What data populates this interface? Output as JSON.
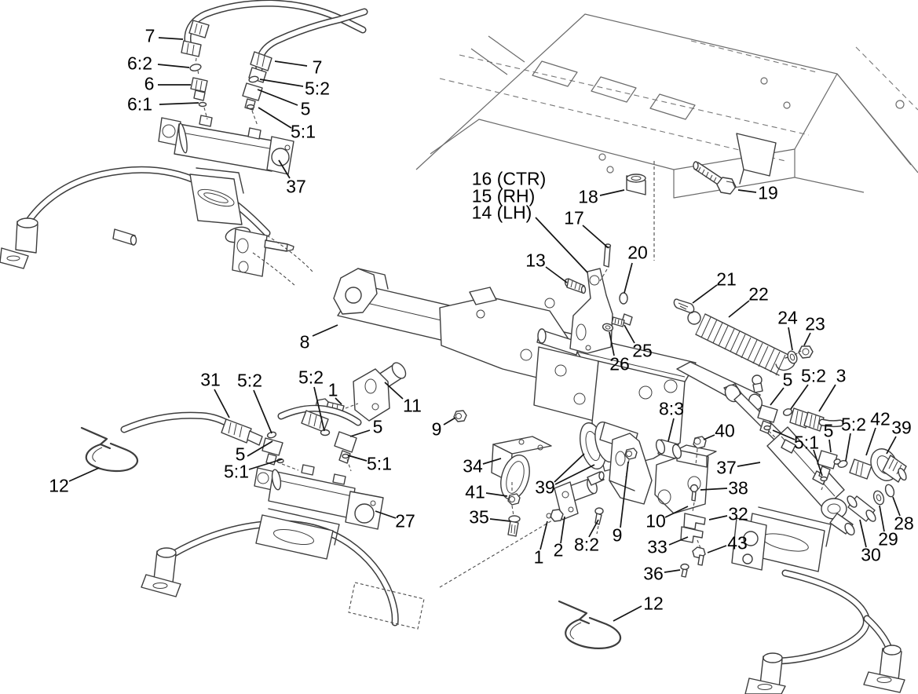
{
  "figure": {
    "type": "exploded-parts-diagram",
    "subject": "lift-arm-and-hydraulic-cylinder-assembly",
    "background": "#ffffff",
    "line_color": "#3d3d3d",
    "label_color": "#000000"
  },
  "callouts": [
    {
      "text": "7",
      "c": [
        191,
        46
      ],
      "l": [
        [
          202,
          48,
          233,
          50
        ]
      ]
    },
    {
      "text": "6:2",
      "c": [
        178,
        81
      ],
      "l": [
        [
          201,
          82,
          241,
          86
        ]
      ]
    },
    {
      "text": "6",
      "c": [
        190,
        107
      ],
      "l": [
        [
          201,
          108,
          243,
          108
        ]
      ]
    },
    {
      "text": "6:1",
      "c": [
        178,
        133
      ],
      "l": [
        [
          203,
          133,
          253,
          131
        ]
      ]
    },
    {
      "text": "7",
      "c": [
        404,
        86
      ],
      "l": [
        [
          391,
          84,
          350,
          78
        ]
      ]
    },
    {
      "text": "5:2",
      "c": [
        404,
        113
      ],
      "l": [
        [
          386,
          110,
          331,
          101
        ]
      ]
    },
    {
      "text": "5",
      "c": [
        389,
        139
      ],
      "l": [
        [
          379,
          134,
          328,
          114
        ]
      ]
    },
    {
      "text": "5:1",
      "c": [
        386,
        168
      ],
      "l": [
        [
          371,
          163,
          329,
          137
        ]
      ]
    },
    {
      "text": "37",
      "c": [
        377,
        238
      ],
      "l": [
        [
          369,
          227,
          355,
          204
        ]
      ]
    },
    {
      "text": "16 (CTR)",
      "c": [
        648,
        228
      ],
      "l": []
    },
    {
      "text": "15 (RH)",
      "c": [
        641,
        250
      ],
      "l": []
    },
    {
      "text": "14 (LH)",
      "c": [
        639,
        271
      ],
      "l": [
        [
          682,
          277,
          748,
          347
        ]
      ]
    },
    {
      "text": "18",
      "c": [
        749,
        251
      ],
      "l": [
        [
          764,
          249,
          795,
          242
        ]
      ]
    },
    {
      "text": "19",
      "c": [
        978,
        246
      ],
      "l": [
        [
          963,
          245,
          940,
          242
        ]
      ]
    },
    {
      "text": "17",
      "c": [
        731,
        278
      ],
      "l": [
        [
          742,
          287,
          775,
          316
        ]
      ]
    },
    {
      "text": "13",
      "c": [
        682,
        332
      ],
      "l": [
        [
          695,
          340,
          722,
          360
        ]
      ]
    },
    {
      "text": "20",
      "c": [
        812,
        322
      ],
      "l": [
        [
          805,
          335,
          795,
          373
        ]
      ]
    },
    {
      "text": "21",
      "c": [
        925,
        356
      ],
      "l": [
        [
          913,
          363,
          882,
          386
        ]
      ]
    },
    {
      "text": "22",
      "c": [
        966,
        375
      ],
      "l": [
        [
          954,
          383,
          928,
          404
        ]
      ]
    },
    {
      "text": "24",
      "c": [
        1003,
        405
      ],
      "l": [
        [
          1004,
          417,
          1009,
          446
        ]
      ]
    },
    {
      "text": "23",
      "c": [
        1038,
        413
      ],
      "l": [
        [
          1032,
          424,
          1024,
          440
        ]
      ]
    },
    {
      "text": "25",
      "c": [
        818,
        447
      ],
      "l": [
        [
          808,
          437,
          795,
          414
        ]
      ]
    },
    {
      "text": "26",
      "c": [
        789,
        464
      ],
      "l": [
        [
          782,
          453,
          776,
          423
        ]
      ]
    },
    {
      "text": "8",
      "c": [
        388,
        436
      ],
      "l": [
        [
          398,
          428,
          430,
          414
        ]
      ]
    },
    {
      "text": "31",
      "c": [
        268,
        484
      ],
      "l": [
        [
          273,
          496,
          292,
          532
        ]
      ]
    },
    {
      "text": "5:2",
      "c": [
        318,
        485
      ],
      "l": [
        [
          323,
          497,
          346,
          552
        ]
      ]
    },
    {
      "text": "5:2",
      "c": [
        396,
        481
      ],
      "l": [
        [
          400,
          493,
          413,
          549
        ]
      ]
    },
    {
      "text": "1",
      "c": [
        424,
        497
      ],
      "l": [
        [
          427,
          507,
          435,
          515
        ]
      ]
    },
    {
      "text": "11",
      "c": [
        525,
        517
      ],
      "l": [
        [
          513,
          508,
          490,
          487
        ]
      ]
    },
    {
      "text": "9",
      "c": [
        556,
        547
      ],
      "l": [
        [
          565,
          541,
          580,
          532
        ]
      ]
    },
    {
      "text": "5",
      "c": [
        481,
        544
      ],
      "l": [
        [
          471,
          548,
          446,
          556
        ]
      ]
    },
    {
      "text": "5",
      "c": [
        306,
        579
      ],
      "l": [
        [
          315,
          581,
          347,
          562
        ]
      ]
    },
    {
      "text": "5:1",
      "c": [
        301,
        601
      ],
      "l": [
        [
          317,
          598,
          359,
          585
        ]
      ]
    },
    {
      "text": "5:1",
      "c": [
        483,
        591
      ],
      "l": [
        [
          467,
          587,
          443,
          580
        ]
      ]
    },
    {
      "text": "8:3",
      "c": [
        855,
        521
      ],
      "l": [
        [
          858,
          533,
          851,
          562
        ]
      ]
    },
    {
      "text": "40",
      "c": [
        923,
        549
      ],
      "l": [
        [
          910,
          554,
          896,
          560
        ]
      ]
    },
    {
      "text": "5",
      "c": [
        1003,
        484
      ],
      "l": [
        [
          998,
          494,
          981,
          516
        ]
      ]
    },
    {
      "text": "5:2",
      "c": [
        1036,
        479
      ],
      "l": [
        [
          1029,
          490,
          1007,
          521
        ]
      ]
    },
    {
      "text": "3",
      "c": [
        1071,
        479
      ],
      "l": [
        [
          1064,
          490,
          1043,
          524
        ]
      ]
    },
    {
      "text": "5",
      "c": [
        1055,
        549
      ],
      "l": [
        [
          1056,
          560,
          1058,
          576
        ]
      ]
    },
    {
      "text": "5:2",
      "c": [
        1087,
        541
      ],
      "l": [
        [
          1083,
          552,
          1077,
          587
        ]
      ]
    },
    {
      "text": "42",
      "c": [
        1121,
        534
      ],
      "l": [
        [
          1115,
          545,
          1103,
          580
        ]
      ]
    },
    {
      "text": "39",
      "c": [
        1148,
        545
      ],
      "l": [
        [
          1141,
          556,
          1129,
          578
        ]
      ]
    },
    {
      "text": "5:1",
      "c": [
        1027,
        564
      ],
      "l": [
        [
          1012,
          560,
          984,
          548
        ],
        [
          1036,
          573,
          1047,
          606
        ]
      ]
    },
    {
      "text": "12",
      "c": [
        75,
        619
      ],
      "l": [
        [
          88,
          613,
          126,
          596
        ]
      ]
    },
    {
      "text": "34",
      "c": [
        602,
        594
      ],
      "l": [
        [
          615,
          591,
          638,
          584
        ]
      ]
    },
    {
      "text": "41",
      "c": [
        605,
        627
      ],
      "l": [
        [
          619,
          628,
          646,
          632
        ]
      ]
    },
    {
      "text": "35",
      "c": [
        610,
        659
      ],
      "l": [
        [
          624,
          661,
          650,
          664
        ]
      ]
    },
    {
      "text": "39",
      "c": [
        694,
        621
      ],
      "l": [
        [
          706,
          614,
          744,
          578
        ],
        [
          707,
          617,
          757,
          592
        ]
      ]
    },
    {
      "text": "27",
      "c": [
        516,
        664
      ],
      "l": [
        [
          504,
          660,
          478,
          651
        ]
      ]
    },
    {
      "text": "37",
      "c": [
        925,
        596
      ],
      "l": [
        [
          939,
          594,
          968,
          589
        ]
      ]
    },
    {
      "text": "38",
      "c": [
        940,
        622
      ],
      "l": [
        [
          926,
          622,
          892,
          624
        ]
      ]
    },
    {
      "text": "32",
      "c": [
        940,
        655
      ],
      "l": [
        [
          926,
          657,
          903,
          662
        ]
      ]
    },
    {
      "text": "10",
      "c": [
        835,
        664
      ],
      "l": [
        [
          847,
          659,
          876,
          645
        ]
      ]
    },
    {
      "text": "1",
      "c": [
        686,
        710
      ],
      "l": [
        [
          688,
          700,
          697,
          664
        ]
      ]
    },
    {
      "text": "2",
      "c": [
        711,
        701
      ],
      "l": [
        [
          714,
          692,
          719,
          658
        ]
      ]
    },
    {
      "text": "8:2",
      "c": [
        747,
        694
      ],
      "l": [
        [
          750,
          684,
          762,
          662
        ]
      ]
    },
    {
      "text": "9",
      "c": [
        786,
        682
      ],
      "l": [
        [
          790,
          672,
          800,
          588
        ]
      ]
    },
    {
      "text": "33",
      "c": [
        837,
        697
      ],
      "l": [
        [
          852,
          694,
          876,
          684
        ]
      ]
    },
    {
      "text": "43",
      "c": [
        939,
        692
      ],
      "l": [
        [
          925,
          695,
          901,
          704
        ]
      ]
    },
    {
      "text": "36",
      "c": [
        832,
        731
      ],
      "l": [
        [
          846,
          729,
          866,
          726
        ]
      ]
    },
    {
      "text": "12",
      "c": [
        832,
        769
      ],
      "l": [
        [
          817,
          772,
          781,
          791
        ]
      ]
    },
    {
      "text": "28",
      "c": [
        1151,
        667
      ],
      "l": [
        [
          1146,
          657,
          1137,
          633
        ]
      ]
    },
    {
      "text": "29",
      "c": [
        1131,
        687
      ],
      "l": [
        [
          1126,
          677,
          1120,
          644
        ]
      ]
    },
    {
      "text": "30",
      "c": [
        1109,
        707
      ],
      "l": [
        [
          1103,
          697,
          1095,
          662
        ]
      ]
    }
  ]
}
